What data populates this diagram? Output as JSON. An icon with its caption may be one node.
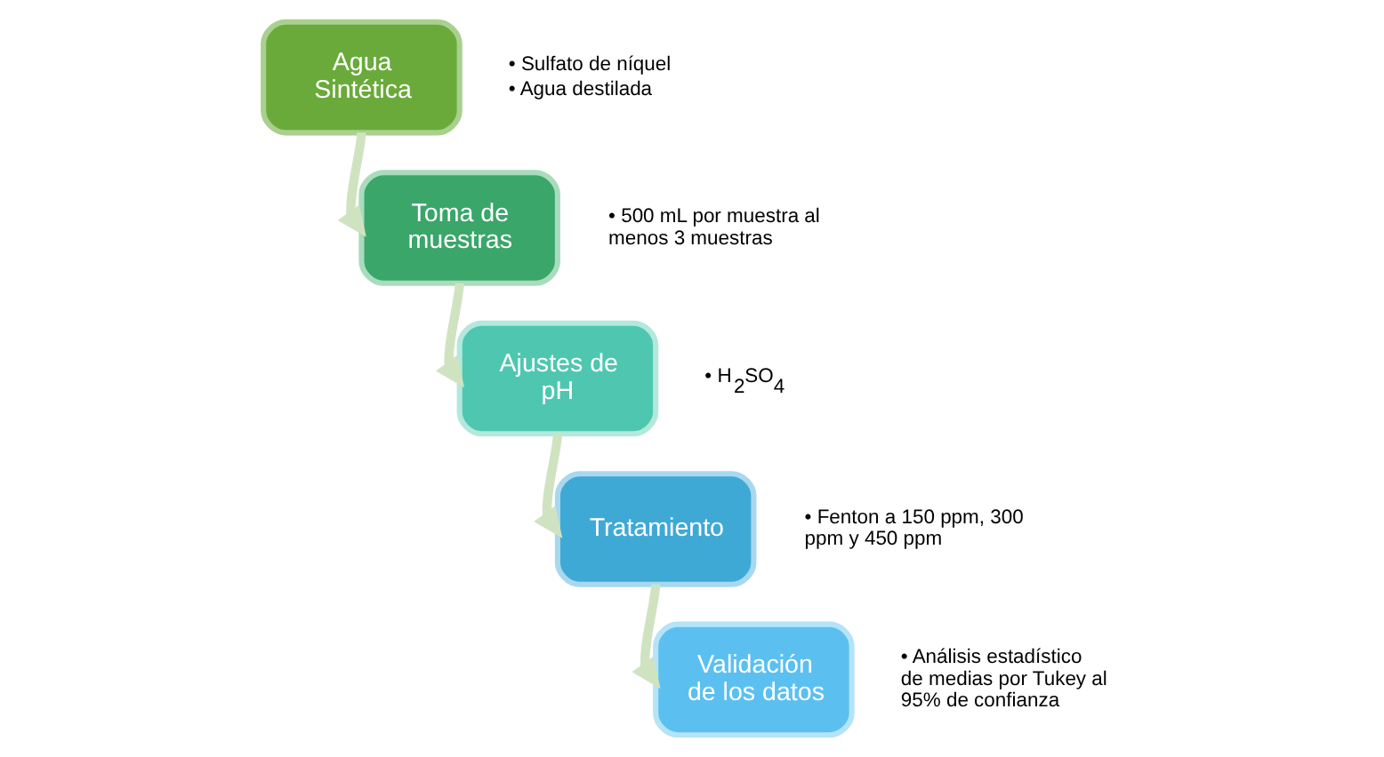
{
  "diagram": {
    "nodes": [
      {
        "text": [
          "Agua Sintética"
        ],
        "beside": [
          "• Sulfato de níquel",
          "• Agua destilada"
        ]
      },
      {
        "text": [
          "Toma de muestras"
        ],
        "beside": [
          "• 500 mL por muestra al menos 3 muestras"
        ]
      },
      {
        "text": [
          "Ajustes de pH"
        ],
        "beside": [
          "• H$_{2}$SO$_{4}$"
        ]
      },
      {
        "text": [
          "Tratamiento"
        ],
        "beside": [
          "• Fenton a 150 ppm, 300 ppm y 450 ppm"
        ]
      },
      {
        "text": [
          "Validación de los datos"
        ],
        "beside": [
          "• Análisis estadístico de medias por Tukey al 95% de confianza"
        ]
      }
    ],
    "edges": [
      {
        "from": 0,
        "to": 1,
        "arrow": "to"
      },
      {
        "from": 1,
        "to": 2,
        "arrow": "to"
      },
      {
        "from": 2,
        "to": 3,
        "arrow": "to"
      },
      {
        "from": 3,
        "to": 4,
        "arrow": "to"
      }
    ]
  }
}
